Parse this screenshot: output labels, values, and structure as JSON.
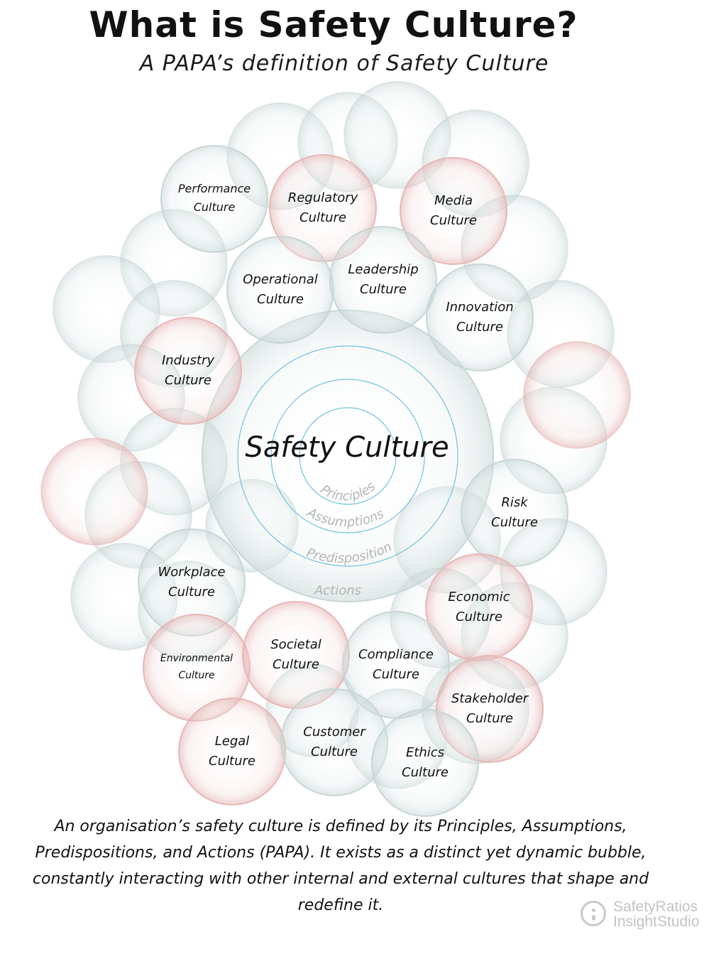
{
  "title": "What is Safety Culture?",
  "subtitle": "A PAPA’s definition of Safety Culture",
  "center": {
    "label": "Safety Culture",
    "rings": [
      "Principles",
      "Assumptions",
      "Predisposition",
      "Actions"
    ]
  },
  "cultures": [
    {
      "line1": "Performance",
      "line2": "Culture",
      "ring": "grey"
    },
    {
      "line1": "Regulatory",
      "line2": "Culture",
      "ring": "red"
    },
    {
      "line1": "Media",
      "line2": "Culture",
      "ring": "red"
    },
    {
      "line1": "Operational",
      "line2": "Culture",
      "ring": "grey"
    },
    {
      "line1": "Leadership",
      "line2": "Culture",
      "ring": "grey"
    },
    {
      "line1": "Innovation",
      "line2": "Culture",
      "ring": "grey"
    },
    {
      "line1": "Industry",
      "line2": "Culture",
      "ring": "red"
    },
    {
      "line1": "Risk",
      "line2": "Culture",
      "ring": "grey"
    },
    {
      "line1": "Workplace",
      "line2": "Culture",
      "ring": "grey"
    },
    {
      "line1": "Economic",
      "line2": "Culture",
      "ring": "red"
    },
    {
      "line1": "Environmental",
      "line2": "Culture",
      "ring": "red"
    },
    {
      "line1": "Societal",
      "line2": "Culture",
      "ring": "red"
    },
    {
      "line1": "Compliance",
      "line2": "Culture",
      "ring": "grey"
    },
    {
      "line1": "Stakeholder",
      "line2": "Culture",
      "ring": "red"
    },
    {
      "line1": "Legal",
      "line2": "Culture",
      "ring": "red"
    },
    {
      "line1": "Customer",
      "line2": "Culture",
      "ring": "grey"
    },
    {
      "line1": "Ethics",
      "line2": "Culture",
      "ring": "grey"
    }
  ],
  "description": "An organisation’s safety culture is defined by its Principles, Assumptions, Predispositions, and Actions (PAPA). It exists as a distinct yet dynamic bubble, constantly interacting with other internal and external cultures that shape and redefine it.",
  "logo": {
    "line1": "SafetyRatios",
    "line2": "InsightStudio"
  },
  "colors": {
    "grey_ring": "#c9d6d6",
    "red_ring": "#e8b8b8",
    "blue_ring": "#6cc3e0",
    "ring_label": "#b5b5b5"
  }
}
